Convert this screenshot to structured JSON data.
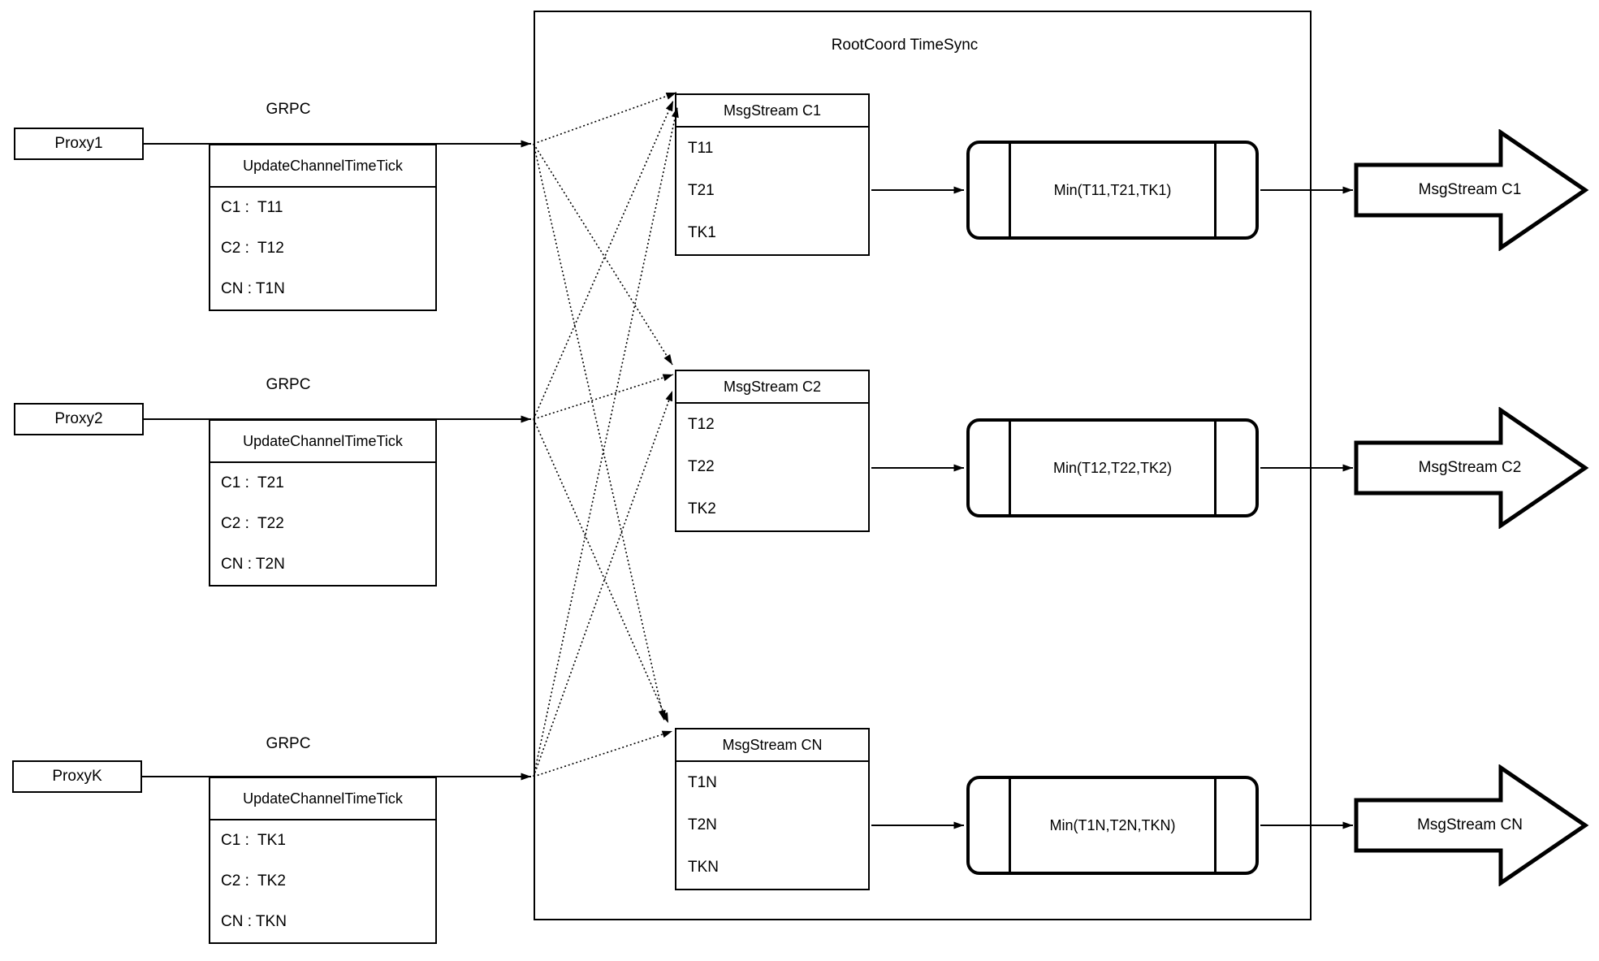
{
  "diagram": {
    "title": "RootCoord TimeSync",
    "protocol_label": "GRPC",
    "proxies": [
      {
        "name": "Proxy1",
        "table": {
          "header": "UpdateChannelTimeTick",
          "rows": [
            "C1 :  T11",
            "C2 :  T12",
            "CN : T1N"
          ]
        }
      },
      {
        "name": "Proxy2",
        "table": {
          "header": "UpdateChannelTimeTick",
          "rows": [
            "C1 :  T21",
            "C2 :  T22",
            "CN : T2N"
          ]
        }
      },
      {
        "name": "ProxyK",
        "table": {
          "header": "UpdateChannelTimeTick",
          "rows": [
            "C1 :  TK1",
            "C2 :  TK2",
            "CN : TKN"
          ]
        }
      }
    ],
    "streams": [
      {
        "header": "MsgStream C1",
        "rows": [
          "T11",
          "T21",
          "TK1"
        ],
        "min_label": "Min(T11,T21,TK1)",
        "output_label": "MsgStream C1"
      },
      {
        "header": "MsgStream C2",
        "rows": [
          "T12",
          "T22",
          "TK2"
        ],
        "min_label": "Min(T12,T22,TK2)",
        "output_label": "MsgStream C2"
      },
      {
        "header": "MsgStream CN",
        "rows": [
          "T1N",
          "T2N",
          "TKN"
        ],
        "min_label": "Min(T1N,T2N,TKN)",
        "output_label": "MsgStream CN"
      }
    ],
    "colors": {
      "stroke": "#000000",
      "background": "#ffffff"
    }
  }
}
